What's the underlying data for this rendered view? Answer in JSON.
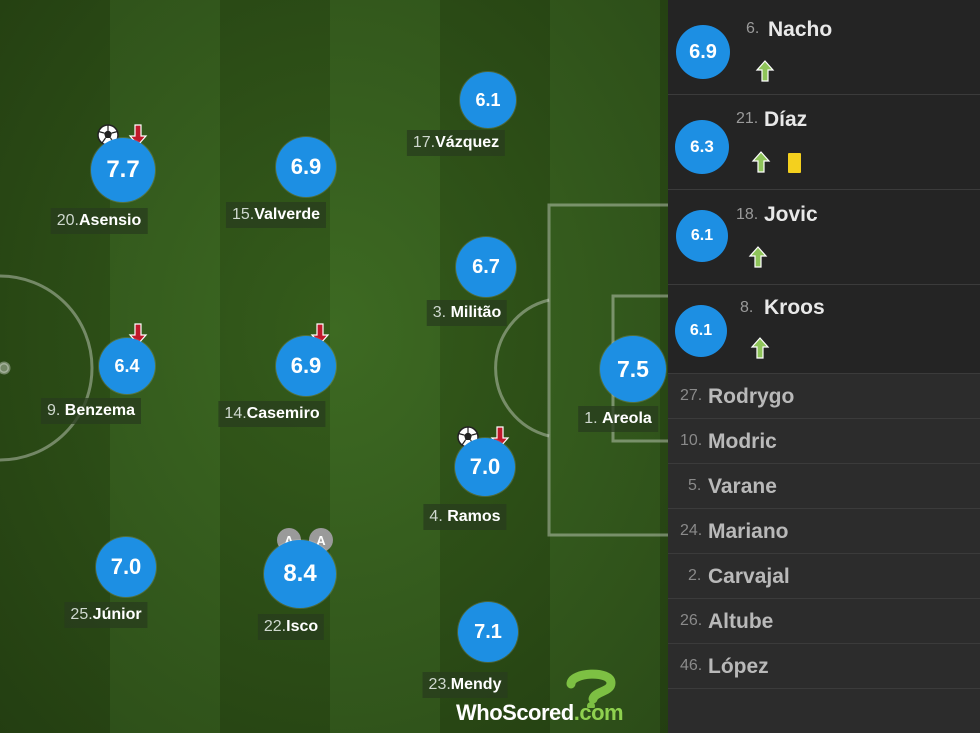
{
  "lineup": [
    {
      "num": "20.",
      "name": "Asensio",
      "rating": "7.7",
      "events": [
        "goal-icon",
        "sub-off-icon"
      ]
    },
    {
      "num": "15.",
      "name": "Valverde",
      "rating": "6.9",
      "events": []
    },
    {
      "num": "17.",
      "name": "Vázquez",
      "rating": "6.1",
      "events": []
    },
    {
      "num": "3. ",
      "name": "Militão",
      "rating": "6.7",
      "events": []
    },
    {
      "num": "9. ",
      "name": "Benzema",
      "rating": "6.4",
      "events": [
        "sub-off-icon"
      ]
    },
    {
      "num": "14.",
      "name": "Casemiro",
      "rating": "6.9",
      "events": [
        "sub-off-icon"
      ]
    },
    {
      "num": "1. ",
      "name": "Areola",
      "rating": "7.5",
      "events": []
    },
    {
      "num": "4. ",
      "name": "Ramos",
      "rating": "7.0",
      "events": [
        "goal-icon",
        "sub-off-icon"
      ]
    },
    {
      "num": "25.",
      "name": "Júnior",
      "rating": "7.0",
      "events": []
    },
    {
      "num": "22.",
      "name": "Isco",
      "rating": "8.4",
      "events": [
        "assist-icon",
        "assist-icon"
      ],
      "assist_label": "A"
    },
    {
      "num": "23.",
      "name": "Mendy",
      "rating": "7.1",
      "events": []
    }
  ],
  "subs_used": [
    {
      "num": "6.",
      "name": "Nacho",
      "rating": "6.9",
      "events": [
        "sub-on-icon"
      ]
    },
    {
      "num": "21.",
      "name": "Díaz",
      "rating": "6.3",
      "events": [
        "sub-on-icon",
        "yellow-card-icon"
      ]
    },
    {
      "num": "18.",
      "name": "Jovic",
      "rating": "6.1",
      "events": [
        "sub-on-icon"
      ]
    },
    {
      "num": "8.",
      "name": "Kroos",
      "rating": "6.1",
      "events": [
        "sub-on-icon"
      ]
    }
  ],
  "bench": [
    {
      "num": "27.",
      "name": "Rodrygo"
    },
    {
      "num": "10.",
      "name": "Modric"
    },
    {
      "num": "5.",
      "name": "Varane"
    },
    {
      "num": "24.",
      "name": "Mariano"
    },
    {
      "num": "2.",
      "name": "Carvajal"
    },
    {
      "num": "26.",
      "name": "Altube"
    },
    {
      "num": "46.",
      "name": "López"
    }
  ],
  "logo": {
    "part1": "WhoScored",
    "part2": ".com"
  },
  "colors": {
    "rating_bubble": "#1d8fe3",
    "sub_off_arrow": "#c0182b",
    "sub_on_arrow": "#8fc45a",
    "yellow_card": "#f4d01e"
  }
}
